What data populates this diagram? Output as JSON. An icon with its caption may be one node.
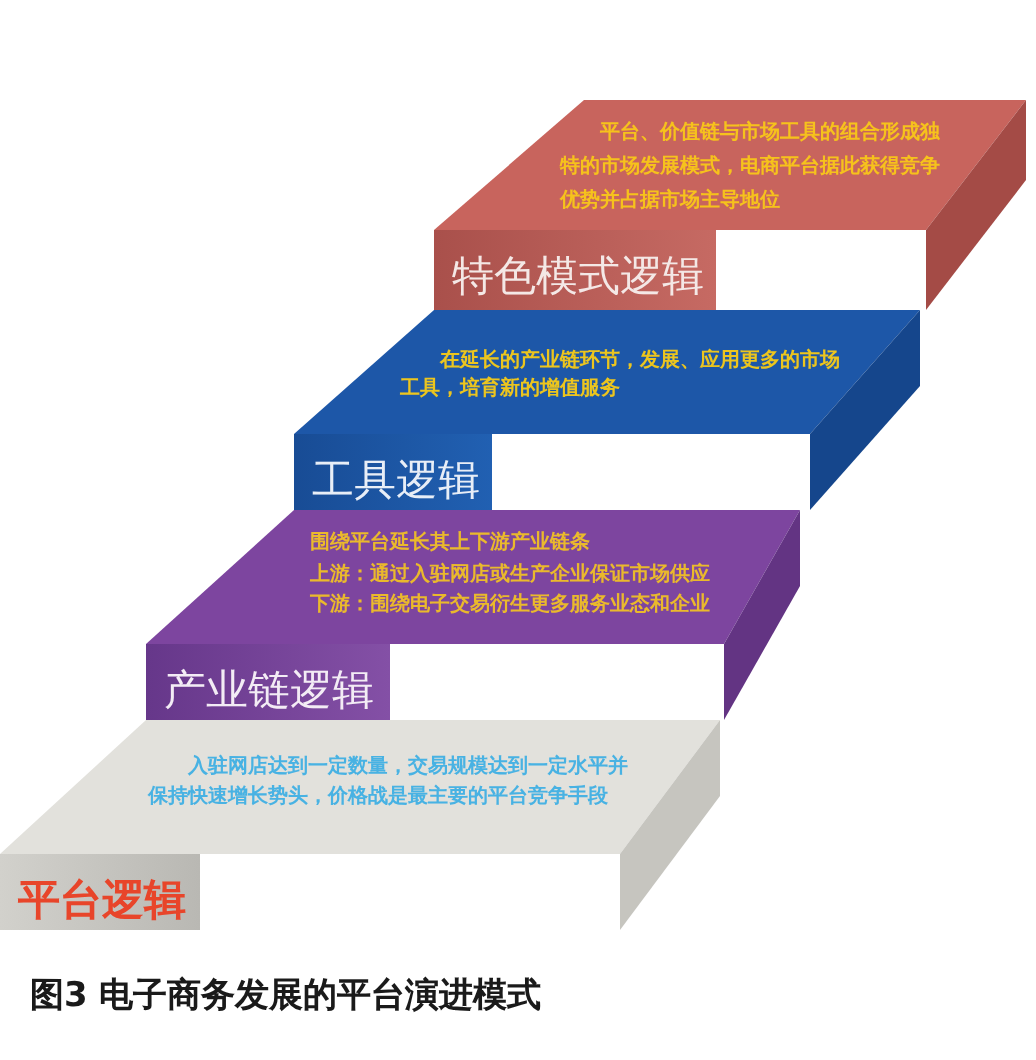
{
  "diagram": {
    "caption": "图3 电子商务发展的平台演进模式",
    "nodes": [
      {
        "text": [
          "平台、价值链与市场工具的组合形成独特的市场发展模式，电商平台据此获得竞争优势并占据市场主导地位",
          "特色模式逻辑"
        ]
      },
      {
        "text": [
          "在延长的产业链环节，发展、应用更多的市场工具，培育新的增值服务",
          "工具逻辑"
        ]
      },
      {
        "text": [
          "围绕平台延长其上下游产业链条",
          "上游：通过入驻网店或生产企业保证市场供应",
          "下游：围绕电子交易衍生更多服务业态和企业",
          "产业链逻辑"
        ]
      },
      {
        "text": [
          "入驻网店达到一定数量，交易规模达到一定水平并保持快速增长势头，价格战是最主要的平台竞争手段",
          "平台逻辑"
        ]
      }
    ]
  }
}
